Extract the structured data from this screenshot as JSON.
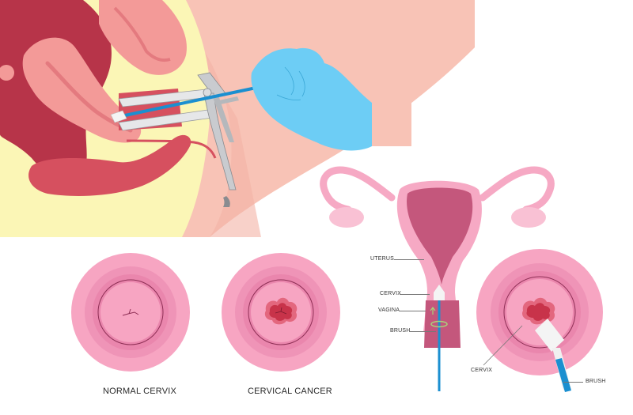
{
  "colors": {
    "background": "#ffffff",
    "skin": "#f8c3b6",
    "skin_dark": "#f2a99a",
    "fat": "#fbf6b6",
    "organ_dark": "#b73449",
    "organ_mid": "#e47a7f",
    "organ_light": "#f39a98",
    "bowel": "#d6505f",
    "glove": "#6dcdf5",
    "steel": "#c9cbcf",
    "brush_blue": "#1b8fd0",
    "brush_white": "#f4f4f4",
    "uterus_outer": "#f6a9c4",
    "uterus_inner": "#c4577c",
    "cervix_pink": "#f7a5c2",
    "cervix_ring": "#ea86ad",
    "cervix_line": "#8e2f55",
    "lesion_outer": "#e3677e",
    "lesion_inner": "#c8334a",
    "rotation_arrow": "#a8d47a"
  },
  "panels": {
    "procedure": {
      "description": "sagittal view of speculum inserted with cytology brush held by gloved hand"
    },
    "anatomy": {
      "labels": {
        "uterus": "UTERUS",
        "cervix": "CERVIX",
        "vagina": "VAGINA",
        "brush": "BRUSH"
      }
    },
    "normal_cervix": {
      "caption": "NORMAL CERVIX"
    },
    "cervical_cancer": {
      "caption": "CERVICAL CANCER"
    },
    "brush_sampling": {
      "labels": {
        "cervix": "CERVIX",
        "brush": "BRUSH"
      }
    }
  }
}
